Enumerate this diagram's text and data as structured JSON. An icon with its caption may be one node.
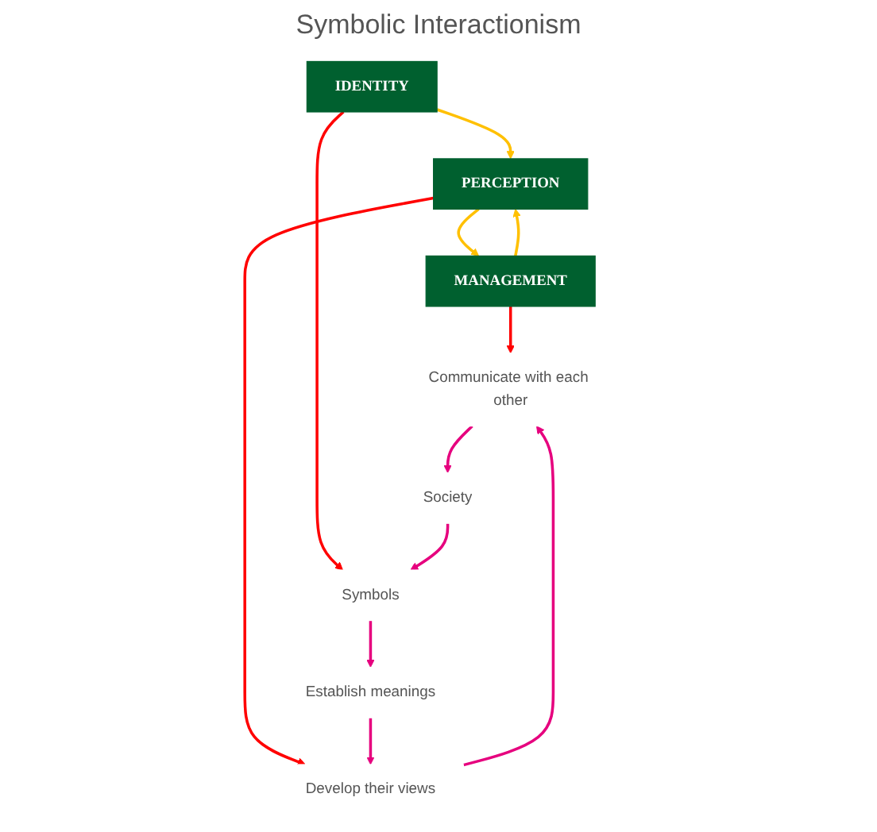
{
  "diagram": {
    "title": "Symbolic Interactionism",
    "nodes": [
      {
        "text": [
          "IDENTITY"
        ]
      },
      {
        "text": [
          "PERCEPTION"
        ]
      },
      {
        "text": [
          "MANAGEMENT"
        ]
      },
      {
        "text": [
          "Symbols"
        ]
      },
      {
        "text": [
          "Establish meanings"
        ]
      },
      {
        "text": [
          "Develop their views"
        ]
      },
      {
        "text": [
          "Communicate with each other"
        ]
      },
      {
        "text": [
          "Society"
        ]
      }
    ],
    "edges": [
      {
        "from": 0,
        "to": 1,
        "arrow": "to",
        "color": "#ffc000"
      },
      {
        "from": 1,
        "to": 2,
        "arrow": "to",
        "color": "#ffc000"
      },
      {
        "from": 2,
        "to": 1,
        "arrow": "to",
        "color": "#ffc000"
      },
      {
        "from": 0,
        "to": 3,
        "arrow": "to",
        "color": "#ff0000"
      },
      {
        "from": 1,
        "to": 5,
        "arrow": "to",
        "color": "#ff0000"
      },
      {
        "from": 2,
        "to": 6,
        "arrow": "to",
        "color": "#ff0000"
      },
      {
        "from": 7,
        "to": 3,
        "arrow": "to",
        "color": "#e6007e"
      },
      {
        "from": 3,
        "to": 4,
        "arrow": "to",
        "color": "#e6007e"
      },
      {
        "from": 4,
        "to": 5,
        "arrow": "to",
        "color": "#e6007e"
      },
      {
        "from": 5,
        "to": 6,
        "arrow": "to",
        "color": "#e6007e"
      },
      {
        "from": 6,
        "to": 7,
        "arrow": "to",
        "color": "#e6007e"
      }
    ]
  }
}
